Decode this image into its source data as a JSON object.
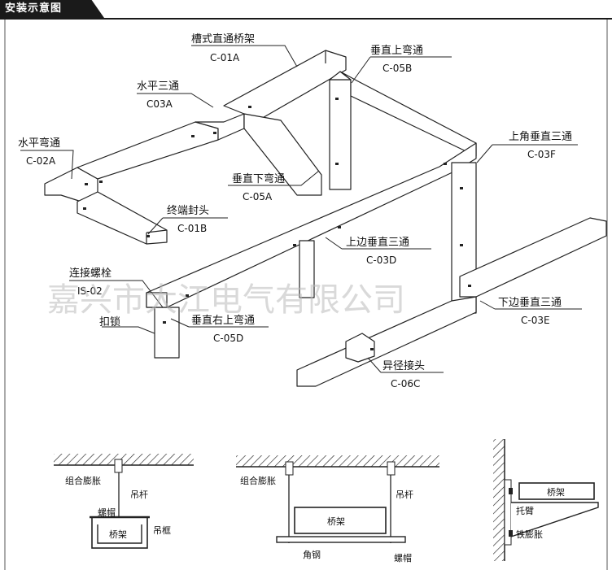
{
  "header_title": "安装示意图",
  "watermark": "嘉兴市大江电气有限公司",
  "labels": {
    "c01a": {
      "name": "槽式直通桥架",
      "code": "C-01A"
    },
    "c03a": {
      "name": "水平三通",
      "code": "C03A"
    },
    "c02a": {
      "name": "水平弯通",
      "code": "C-02A"
    },
    "c05b": {
      "name": "垂直上弯通",
      "code": "C-05B"
    },
    "c03f": {
      "name": "上角垂直三通",
      "code": "C-03F"
    },
    "c05a": {
      "name": "垂直下弯通",
      "code": "C-05A"
    },
    "c01b": {
      "name": "终端封头",
      "code": "C-01B"
    },
    "is02": {
      "name": "连接螺栓",
      "code": "IS-02"
    },
    "lock": {
      "name": "扣锁"
    },
    "c05d": {
      "name": "垂直右上弯通",
      "code": "C-05D"
    },
    "c03d": {
      "name": "上边垂直三通",
      "code": "C-03D"
    },
    "c03e": {
      "name": "下边垂直三通",
      "code": "C-03E"
    },
    "c06c": {
      "name": "异径接头",
      "code": "C-06C"
    }
  },
  "bottom": {
    "d1": {
      "anchor": "组合膨胀",
      "rod": "吊杆",
      "nut": "螺帽",
      "tray": "桥架",
      "frame": "吊框"
    },
    "d2": {
      "anchor": "组合膨胀",
      "rod": "吊杆",
      "tray": "桥架",
      "bracket": "角钢",
      "nut": "螺帽"
    },
    "d3": {
      "tray": "桥架",
      "arm": "托臂",
      "anchor": "铁膨胀"
    }
  }
}
